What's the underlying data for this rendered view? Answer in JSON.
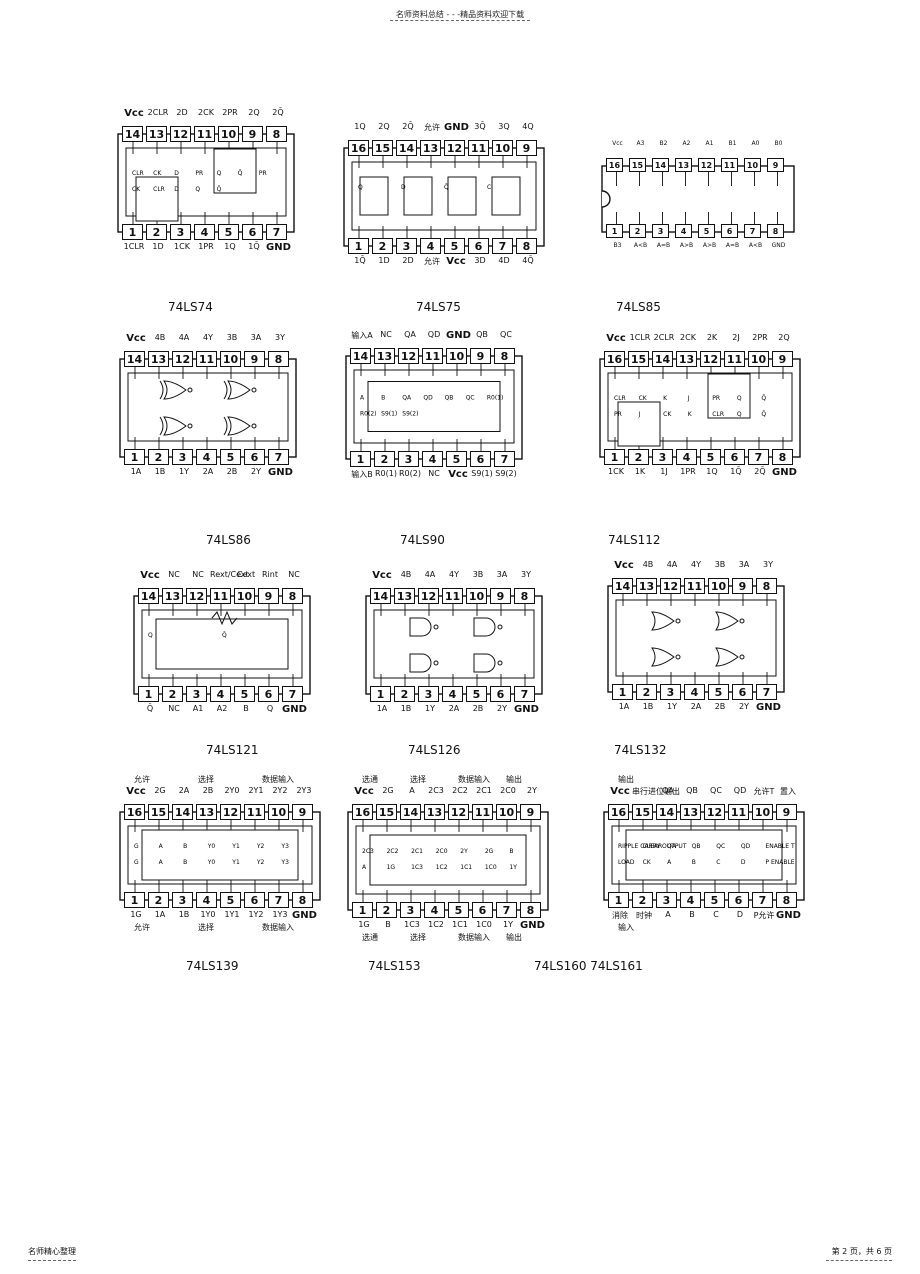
{
  "header": {
    "text": "名师资料总结 - - -精品资料欢迎下载"
  },
  "footer": {
    "left": "名师精心整理",
    "right": "第 2 页，共 6 页"
  },
  "chips": [
    {
      "id": "74LS74",
      "name": "74LS74",
      "top": [
        "Vcc",
        "2CLR",
        "2D",
        "2CK",
        "2PR",
        "2Q",
        "2Q̄"
      ],
      "top_pins": [
        "14",
        "13",
        "12",
        "11",
        "10",
        "9",
        "8"
      ],
      "bottom": [
        "1CLR",
        "1D",
        "1CK",
        "1PR",
        "1Q",
        "1Q̄",
        "GND"
      ],
      "bottom_pins": [
        "1",
        "2",
        "3",
        "4",
        "5",
        "6",
        "7"
      ],
      "inner": [
        "CLR",
        "CK",
        "D",
        "PR",
        "Q",
        "Q̄",
        "PR",
        "CK",
        "CLR",
        "D",
        "Q",
        "Q̄"
      ]
    },
    {
      "id": "74LS75",
      "name": "74LS75",
      "top": [
        "1Q",
        "2Q",
        "2Q̄",
        "允许",
        "GND",
        "3Q̄",
        "3Q",
        "4Q"
      ],
      "top_pins": [
        "16",
        "15",
        "14",
        "13",
        "12",
        "11",
        "10",
        "9"
      ],
      "bottom": [
        "1Q̄",
        "1D",
        "2D",
        "允许",
        "Vcc",
        "3D",
        "4D",
        "4Q̄"
      ],
      "bottom_pins": [
        "1",
        "2",
        "3",
        "4",
        "5",
        "6",
        "7",
        "8"
      ],
      "inner": [
        "Q",
        "D",
        "Q̄",
        "C"
      ]
    },
    {
      "id": "74LS85",
      "name": "74LS85",
      "top": [
        "Vcc",
        "A3",
        "B2",
        "A2",
        "A1",
        "B1",
        "A0",
        "B0"
      ],
      "top_pins": [
        "16",
        "15",
        "14",
        "13",
        "12",
        "11",
        "10",
        "9"
      ],
      "bottom": [
        "B3",
        "A<B",
        "A=B",
        "A>B",
        "A>B",
        "A=B",
        "A<B",
        "GND"
      ],
      "bottom_pins": [
        "1",
        "2",
        "3",
        "4",
        "5",
        "6",
        "7",
        "8"
      ]
    },
    {
      "id": "74LS86",
      "name": "74LS86",
      "top": [
        "Vcc",
        "4B",
        "4A",
        "4Y",
        "3B",
        "3A",
        "3Y"
      ],
      "top_pins": [
        "14",
        "13",
        "12",
        "11",
        "10",
        "9",
        "8"
      ],
      "bottom": [
        "1A",
        "1B",
        "1Y",
        "2A",
        "2B",
        "2Y",
        "GND"
      ],
      "bottom_pins": [
        "1",
        "2",
        "3",
        "4",
        "5",
        "6",
        "7"
      ]
    },
    {
      "id": "74LS90",
      "name": "74LS90",
      "top": [
        "输入A",
        "NC",
        "QA",
        "QD",
        "GND",
        "QB",
        "QC"
      ],
      "top_pins": [
        "14",
        "13",
        "12",
        "11",
        "10",
        "9",
        "8"
      ],
      "bottom": [
        "输入B",
        "R0(1)",
        "R0(2)",
        "NC",
        "Vcc",
        "S9(1)",
        "S9(2)"
      ],
      "bottom_pins": [
        "1",
        "2",
        "3",
        "4",
        "5",
        "6",
        "7"
      ],
      "inner": [
        "A",
        "B",
        "QA",
        "QD",
        "QB",
        "QC",
        "R0(1)",
        "R0(2)",
        "S9(1)",
        "S9(2)"
      ]
    },
    {
      "id": "74LS112",
      "name": "74LS112",
      "top": [
        "Vcc",
        "1CLR",
        "2CLR",
        "2CK",
        "2K",
        "2J",
        "2PR",
        "2Q"
      ],
      "top_pins": [
        "16",
        "15",
        "14",
        "13",
        "12",
        "11",
        "10",
        "9"
      ],
      "bottom": [
        "1CK",
        "1K",
        "1J",
        "1PR",
        "1Q",
        "1Q̄",
        "2Q̄",
        "GND"
      ],
      "bottom_pins": [
        "1",
        "2",
        "3",
        "4",
        "5",
        "6",
        "7",
        "8"
      ],
      "inner": [
        "CLR",
        "CK",
        "K",
        "J",
        "PR",
        "Q",
        "Q̄",
        "PR",
        "J",
        "CK",
        "K",
        "CLR",
        "Q",
        "Q̄"
      ]
    },
    {
      "id": "74LS121",
      "name": "74LS121",
      "top": [
        "Vcc",
        "NC",
        "NC",
        "Rext/Cext",
        "Cext",
        "Rint",
        "NC"
      ],
      "top_pins": [
        "14",
        "13",
        "12",
        "11",
        "10",
        "9",
        "8"
      ],
      "bottom": [
        "Q̄",
        "NC",
        "A1",
        "A2",
        "B",
        "Q",
        "GND"
      ],
      "bottom_pins": [
        "1",
        "2",
        "3",
        "4",
        "5",
        "6",
        "7"
      ],
      "inner": [
        "Q",
        "Q̄"
      ]
    },
    {
      "id": "74LS126",
      "name": "74LS126",
      "top": [
        "Vcc",
        "4B",
        "4A",
        "4Y",
        "3B",
        "3A",
        "3Y"
      ],
      "top_pins": [
        "14",
        "13",
        "12",
        "11",
        "10",
        "9",
        "8"
      ],
      "bottom": [
        "1A",
        "1B",
        "1Y",
        "2A",
        "2B",
        "2Y",
        "GND"
      ],
      "bottom_pins": [
        "1",
        "2",
        "3",
        "4",
        "5",
        "6",
        "7"
      ]
    },
    {
      "id": "74LS132",
      "name": "74LS132",
      "top": [
        "Vcc",
        "4B",
        "4A",
        "4Y",
        "3B",
        "3A",
        "3Y"
      ],
      "top_pins": [
        "14",
        "13",
        "12",
        "11",
        "10",
        "9",
        "8"
      ],
      "bottom": [
        "1A",
        "1B",
        "1Y",
        "2A",
        "2B",
        "2Y",
        "GND"
      ],
      "bottom_pins": [
        "1",
        "2",
        "3",
        "4",
        "5",
        "6",
        "7"
      ]
    },
    {
      "id": "74LS139",
      "name": "74LS139",
      "top": [
        "Vcc",
        "2G",
        "2A",
        "2B",
        "2Y0",
        "2Y1",
        "2Y2",
        "2Y3"
      ],
      "top_pins": [
        "16",
        "15",
        "14",
        "13",
        "12",
        "11",
        "10",
        "9"
      ],
      "bottom": [
        "1G",
        "1A",
        "1B",
        "1Y0",
        "1Y1",
        "1Y2",
        "1Y3",
        "GND"
      ],
      "bottom_pins": [
        "1",
        "2",
        "3",
        "4",
        "5",
        "6",
        "7",
        "8"
      ],
      "notes_top": [
        "允许",
        "选择",
        "数据输入"
      ],
      "notes_bottom": [
        "允许",
        "选择",
        "数据输入"
      ],
      "inner": [
        "G",
        "A",
        "B",
        "Y0",
        "Y1",
        "Y2",
        "Y3",
        "G",
        "A",
        "B",
        "Y0",
        "Y1",
        "Y2",
        "Y3"
      ]
    },
    {
      "id": "74LS153",
      "name": "74LS153",
      "top": [
        "Vcc",
        "2G",
        "A",
        "2C3",
        "2C2",
        "2C1",
        "2C0",
        "2Y"
      ],
      "top_pins": [
        "16",
        "15",
        "14",
        "13",
        "12",
        "11",
        "10",
        "9"
      ],
      "bottom": [
        "1G",
        "B",
        "1C3",
        "1C2",
        "1C1",
        "1C0",
        "1Y",
        "GND"
      ],
      "bottom_pins": [
        "1",
        "2",
        "3",
        "4",
        "5",
        "6",
        "7",
        "8"
      ],
      "notes_top": [
        "选通",
        "选择",
        "数据输入",
        "输出"
      ],
      "notes_bottom": [
        "选通",
        "选择",
        "数据输入",
        "输出"
      ],
      "inner": [
        "2C3",
        "2C2",
        "2C1",
        "2C0",
        "2Y",
        "2G",
        "B",
        "A",
        "1G",
        "1C3",
        "1C2",
        "1C1",
        "1C0",
        "1Y"
      ]
    },
    {
      "id": "74LS160_161",
      "name": "74LS160  74LS161",
      "top": [
        "Vcc",
        "串行进位输出",
        "QA",
        "QB",
        "QC",
        "QD",
        "允许T",
        "置入"
      ],
      "top_pins": [
        "16",
        "15",
        "14",
        "13",
        "12",
        "11",
        "10",
        "9"
      ],
      "bottom": [
        "消除",
        "时钟",
        "A",
        "B",
        "C",
        "D",
        "P允许",
        "GND"
      ],
      "bottom_pins": [
        "1",
        "2",
        "3",
        "4",
        "5",
        "6",
        "7",
        "8"
      ],
      "notes_top": [
        "输出"
      ],
      "notes_bottom": [
        "输入"
      ],
      "inner": [
        "RIPPLE CARRY OUTPUT",
        "CLEAR",
        "QA",
        "QB",
        "QC",
        "QD",
        "ENABLE T",
        "LOAD",
        "CK",
        "A",
        "B",
        "C",
        "D",
        "P ENABLE"
      ]
    }
  ]
}
